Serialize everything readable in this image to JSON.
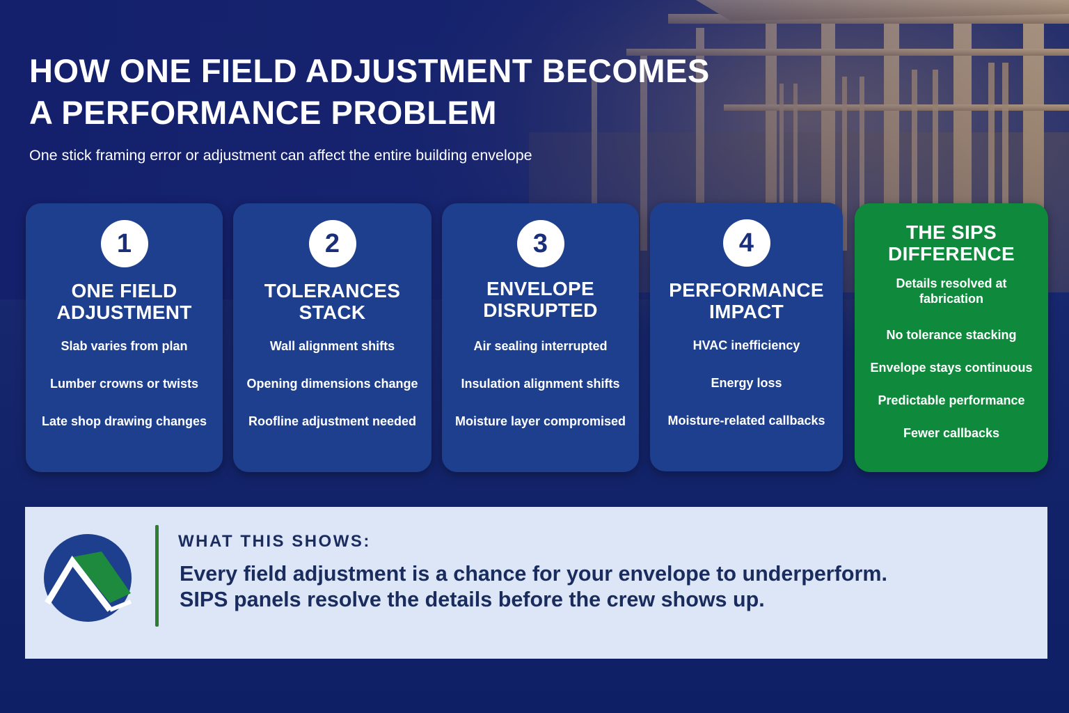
{
  "header": {
    "title_lines": [
      "HOW ONE FIELD ADJUSTMENT BECOMES",
      "A PERFORMANCE PROBLEM"
    ],
    "subtitle": "One stick framing error or adjustment can affect the entire building envelope"
  },
  "steps": [
    {
      "number": "1",
      "title_lines": [
        "ONE FIELD",
        "ADJUSTMENT"
      ],
      "items": [
        "Slab varies from plan",
        "Lumber crowns or twists",
        "Late shop drawing changes"
      ]
    },
    {
      "number": "2",
      "title_lines": [
        "TOLERANCES",
        "STACK"
      ],
      "items": [
        "Wall alignment shifts",
        "Opening dimensions change",
        "Roofline adjustment needed"
      ]
    },
    {
      "number": "3",
      "title_lines": [
        "ENVELOPE",
        "DISRUPTED"
      ],
      "items": [
        "Air sealing interrupted",
        "Insulation alignment shifts",
        "Moisture layer compromised"
      ]
    },
    {
      "number": "4",
      "title_lines": [
        "PERFORMANCE",
        "IMPACT"
      ],
      "items": [
        "HVAC inefficiency",
        "Energy loss",
        "Moisture-related callbacks"
      ]
    }
  ],
  "sips": {
    "title_lines": [
      "THE SIPS",
      "DIFFERENCE"
    ],
    "items": [
      "Details resolved at fabrication",
      "No tolerance stacking",
      "Envelope stays continuous",
      "Predictable performance",
      "Fewer callbacks"
    ]
  },
  "summary": {
    "label": "WHAT THIS SHOWS:",
    "message_lines": [
      "Every field adjustment is a chance for your envelope to underperform.",
      "SIPS panels resolve the details before the crew shows up."
    ]
  },
  "colors": {
    "background": "#0f1f66",
    "card_blue": "#1d3f8e",
    "card_green": "#0f8a3c",
    "panel": "#dce6f6",
    "text_dark": "#1a2b5e",
    "logo_green": "#1e8a3e"
  }
}
